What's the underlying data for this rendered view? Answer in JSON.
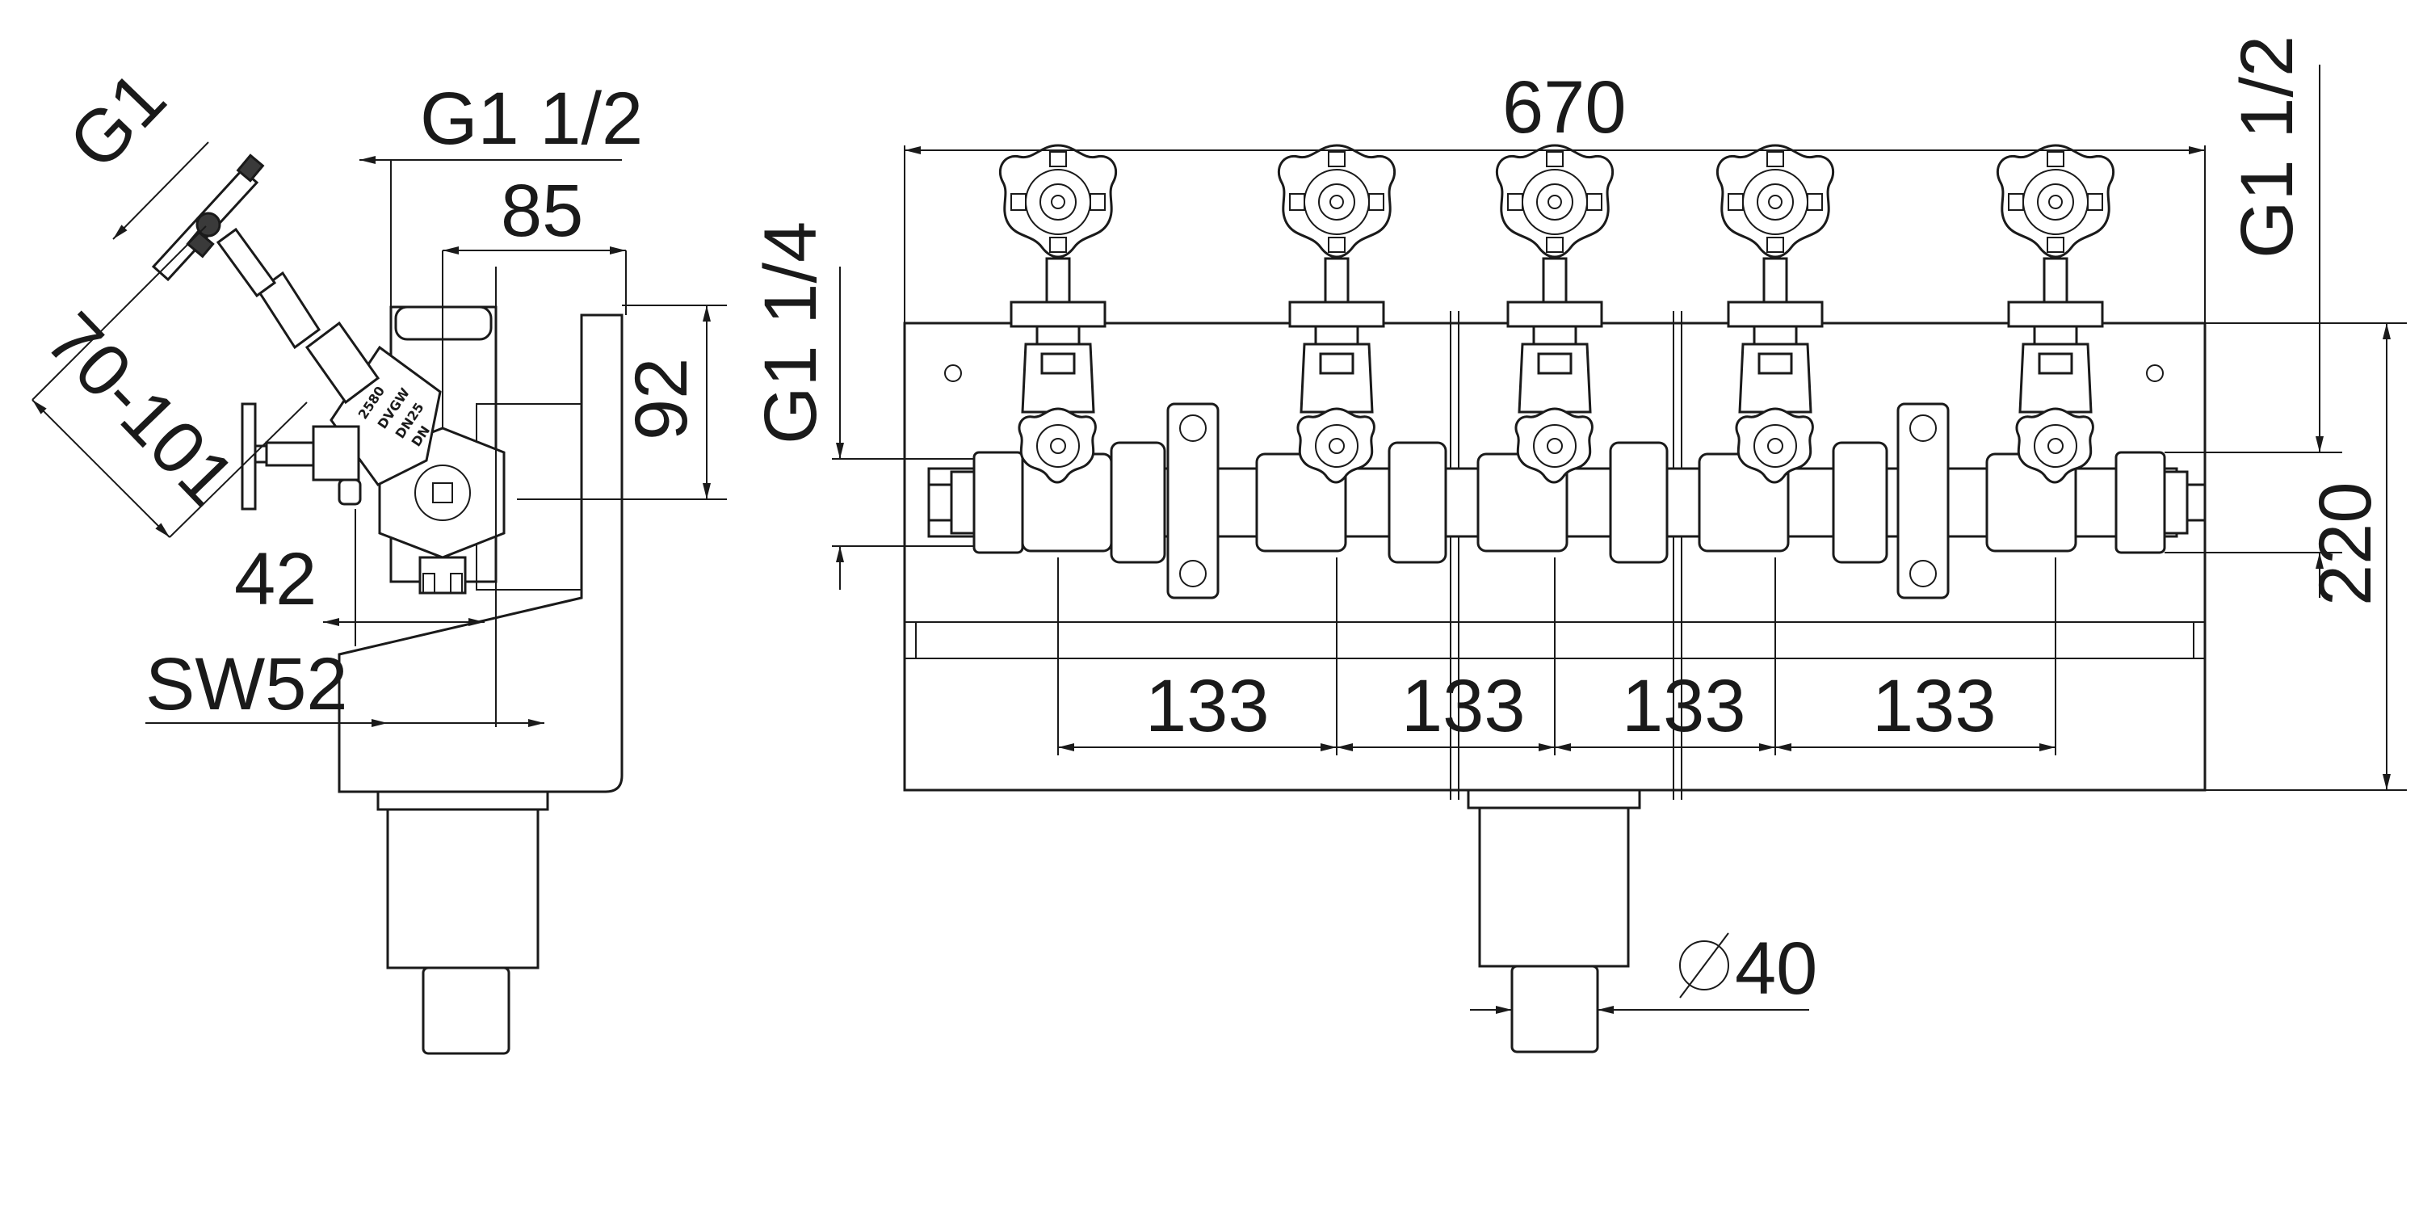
{
  "dimensions": {
    "side_g1": "G1",
    "side_g1_half": "G1 1/2",
    "side_85": "85",
    "side_92": "92",
    "side_70_101": "70-101",
    "side_42": "42",
    "side_sw52": "SW52",
    "front_670": "670",
    "front_g1_quarter": "G1 1/4",
    "front_g1_half": "G1 1/2",
    "front_220": "220",
    "front_spacing_1": "133",
    "front_spacing_2": "133",
    "front_spacing_3": "133",
    "front_spacing_4": "133",
    "front_diameter": "40"
  },
  "valve_labels": {
    "body_line_1": "2580",
    "body_line_2": "DVGW",
    "body_line_3": "DN25",
    "body_line_4": "DN"
  }
}
